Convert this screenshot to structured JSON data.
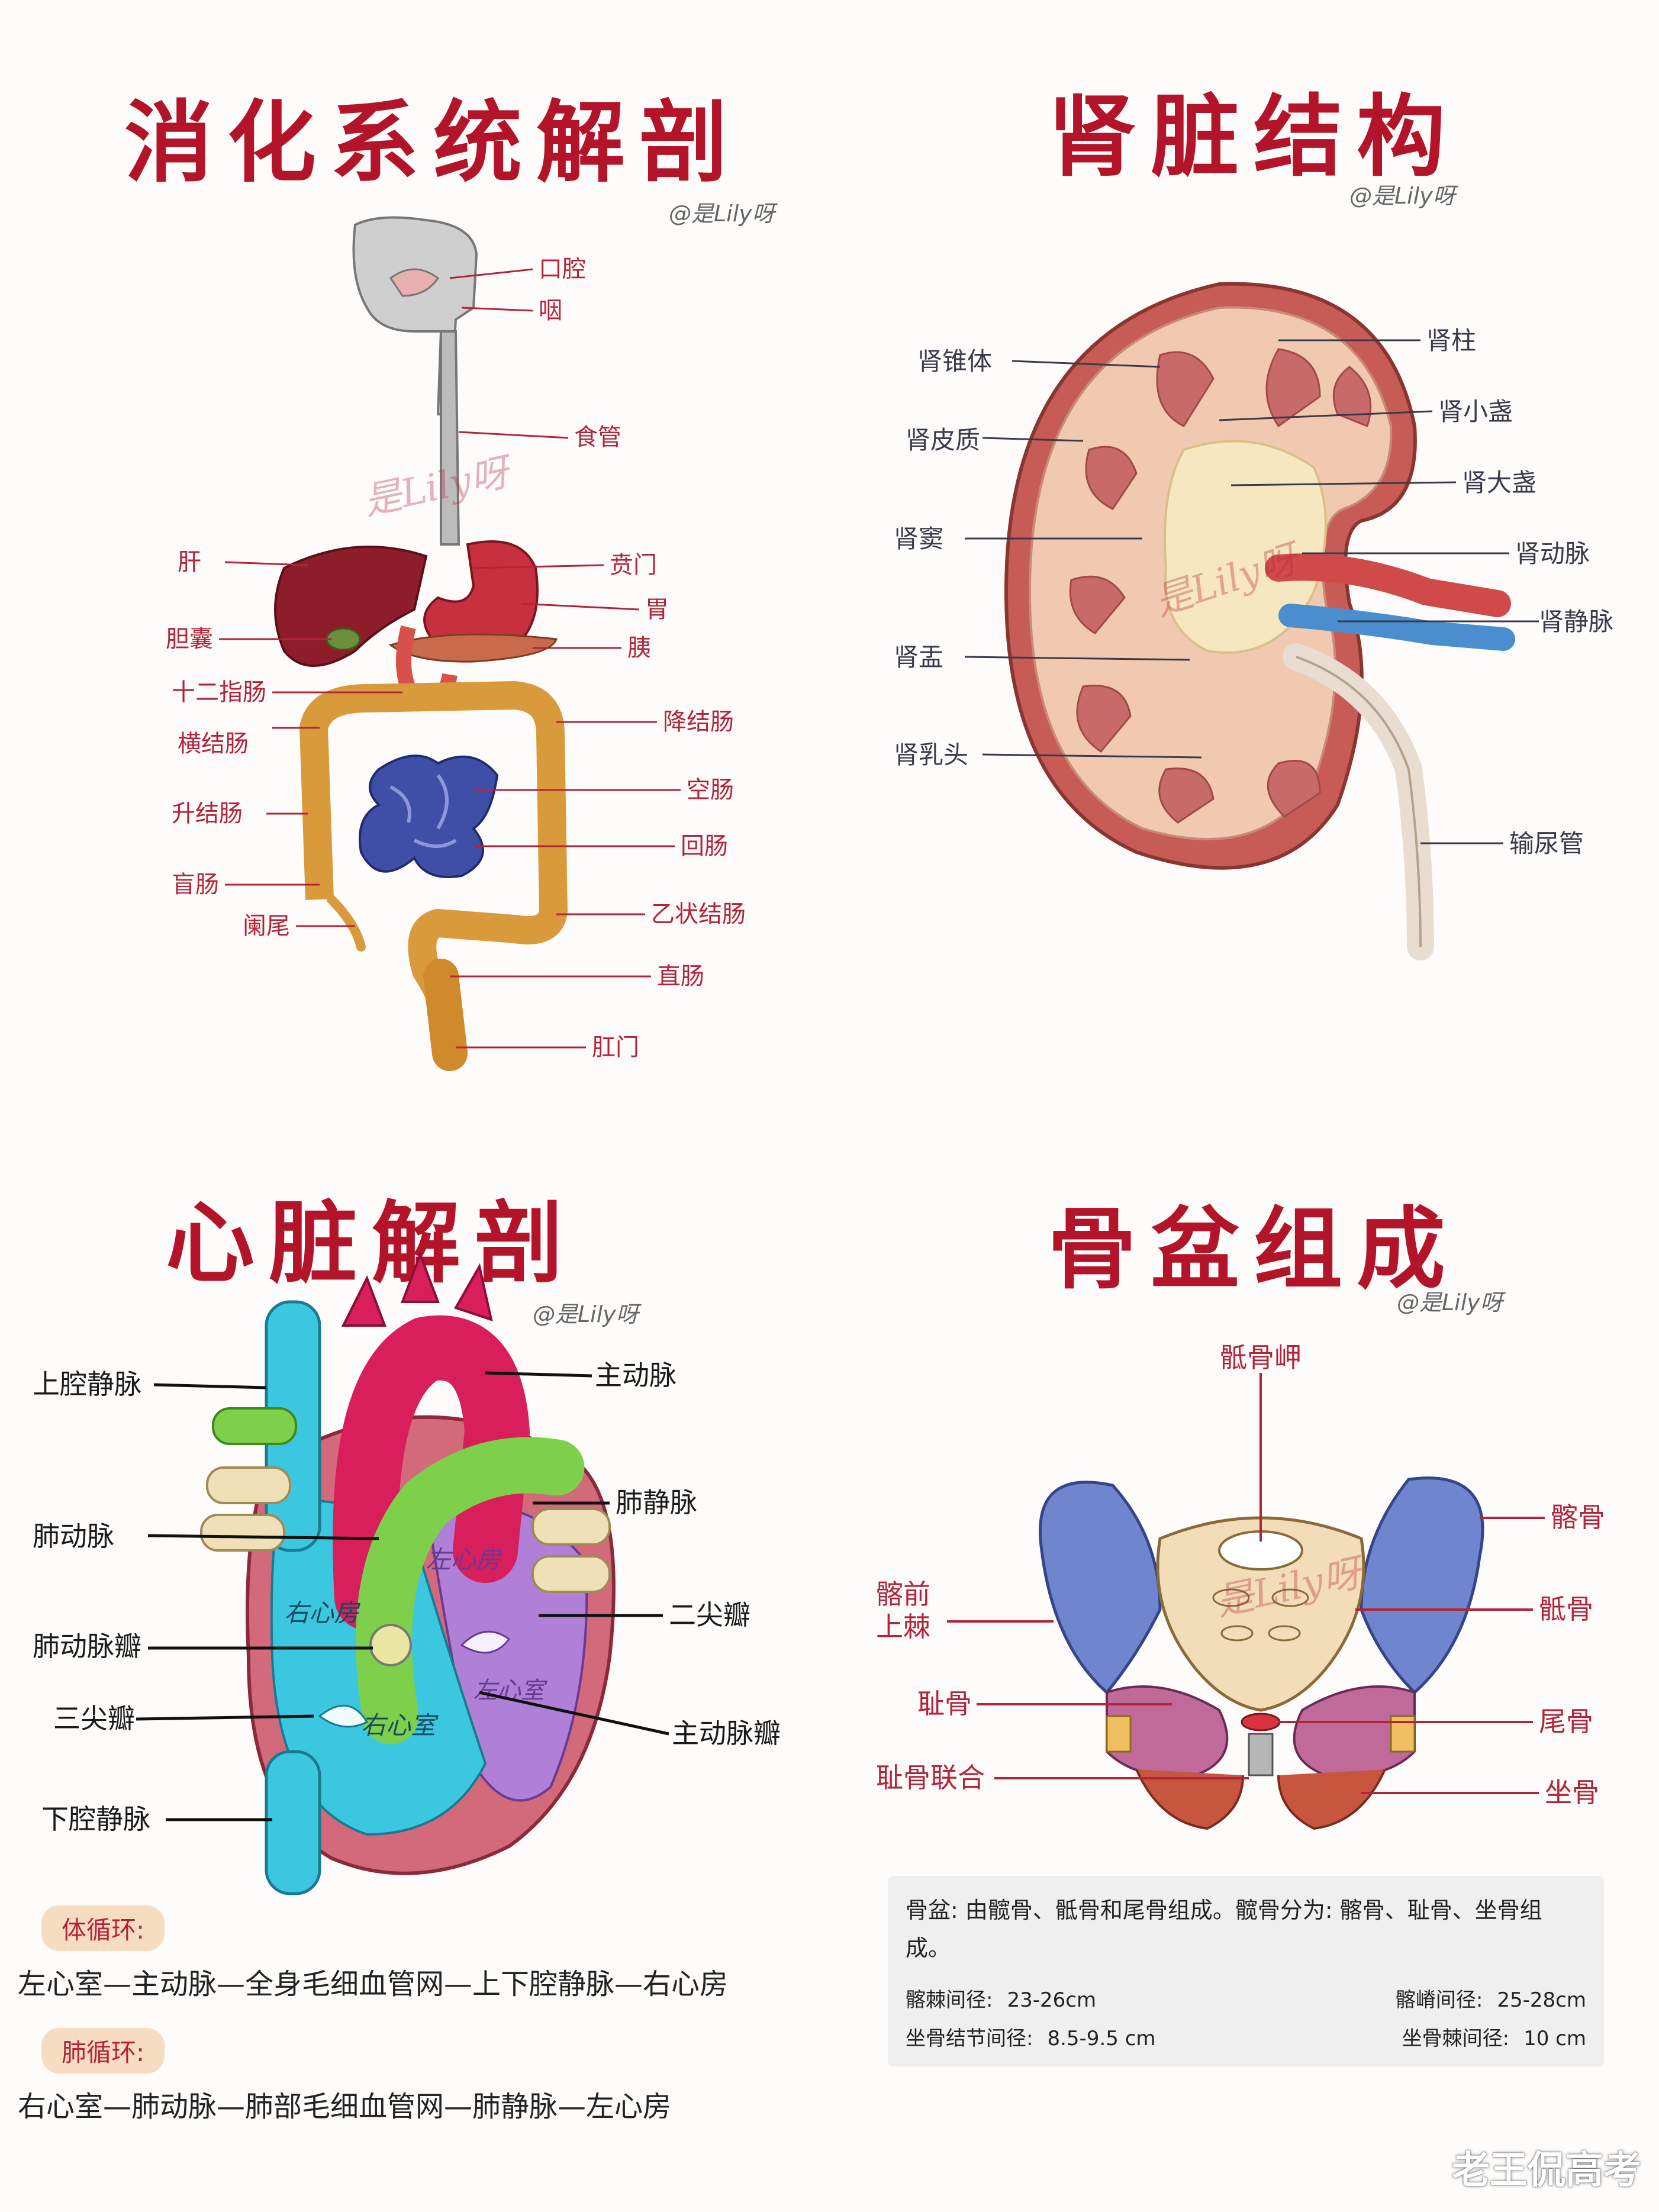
{
  "digestive": {
    "title": "消化系统解剖",
    "credit": "@是Lily呀",
    "watermark": "是Lily呀",
    "labels": {
      "mouth": "口腔",
      "pharynx": "咽",
      "esophagus": "食管",
      "liver": "肝",
      "cardia": "贲门",
      "stomach": "胃",
      "gallbladder": "胆囊",
      "pancreas": "胰",
      "duodenum": "十二指肠",
      "transverse_colon": "横结肠",
      "descending_colon": "降结肠",
      "ascending_colon": "升结肠",
      "jejunum": "空肠",
      "cecum": "盲肠",
      "ileum": "回肠",
      "appendix": "阑尾",
      "sigmoid_colon": "乙状结肠",
      "rectum": "直肠",
      "anus": "肛门"
    }
  },
  "kidney": {
    "title": "肾脏结构",
    "credit": "@是Lily呀",
    "watermark": "是Lily呀",
    "labels": {
      "pyramid": "肾锥体",
      "column": "肾柱",
      "minor_calyx": "肾小盏",
      "cortex": "肾皮质",
      "major_calyx": "肾大盏",
      "sinus": "肾窦",
      "renal_artery": "肾动脉",
      "renal_vein": "肾静脉",
      "pelvis": "肾盂",
      "papilla": "肾乳头",
      "ureter": "输尿管"
    }
  },
  "heart": {
    "title": "心脏解剖",
    "credit": "@是Lily呀",
    "chamber_labels": {
      "left_atrium": "左心房",
      "right_atrium": "右心房",
      "right_ventricle": "右心室",
      "left_ventricle": "左心室"
    },
    "labels": {
      "svc": "上腔静脉",
      "aorta": "主动脉",
      "pulm_vein": "肺静脉",
      "pulm_artery": "肺动脉",
      "mitral": "二尖瓣",
      "pulm_valve": "肺动脉瓣",
      "tricuspid": "三尖瓣",
      "aortic_valve": "主动脉瓣",
      "ivc": "下腔静脉"
    },
    "systemic": {
      "tag": "体循环:",
      "chain": "左心室—主动脉—全身毛细血管网—上下腔静脉—右心房"
    },
    "pulmonary": {
      "tag": "肺循环:",
      "chain": "右心室—肺动脉—肺部毛细血管网—肺静脉—左心房"
    }
  },
  "pelvis": {
    "title": "骨盆组成",
    "credit": "@是Lily呀",
    "watermark": "是Lily呀",
    "labels": {
      "promontory": "骶骨岬",
      "ilium": "髂骨",
      "asis_1": "髂前",
      "asis_2": "上棘",
      "sacrum": "骶骨",
      "pubis": "耻骨",
      "coccyx": "尾骨",
      "symphysis": "耻骨联合",
      "ischium": "坐骨"
    },
    "description": "骨盆: 由髋骨、骶骨和尾骨组成。髋骨分为: 髂骨、耻骨、坐骨组成。",
    "measurements": [
      {
        "name": "髂棘间径:",
        "value": "23-26cm"
      },
      {
        "name": "髂嵴间径:",
        "value": "25-28cm"
      },
      {
        "name": "坐骨结节间径:",
        "value": "8.5-9.5 cm"
      },
      {
        "name": "坐骨棘间径:",
        "value": "10 cm"
      }
    ]
  },
  "footer_watermark": "老王侃高考",
  "colors": {
    "title_red": "#b3142a",
    "liver": "#8e1d2c",
    "stomach": "#c9303f",
    "colon": "#d99a3b",
    "small_intestine": "#3f4fa8",
    "kidney_outer": "#c65c55",
    "artery": "#d04a4a",
    "vein": "#4a8ed0",
    "aorta": "#d81e5b",
    "pulm_artery": "#7ed04a",
    "right_heart": "#3cc7e0",
    "left_heart": "#b080d8",
    "ilium": "#6f86cf",
    "sacrum": "#f3ddb8",
    "pubis": "#c06a9a"
  }
}
